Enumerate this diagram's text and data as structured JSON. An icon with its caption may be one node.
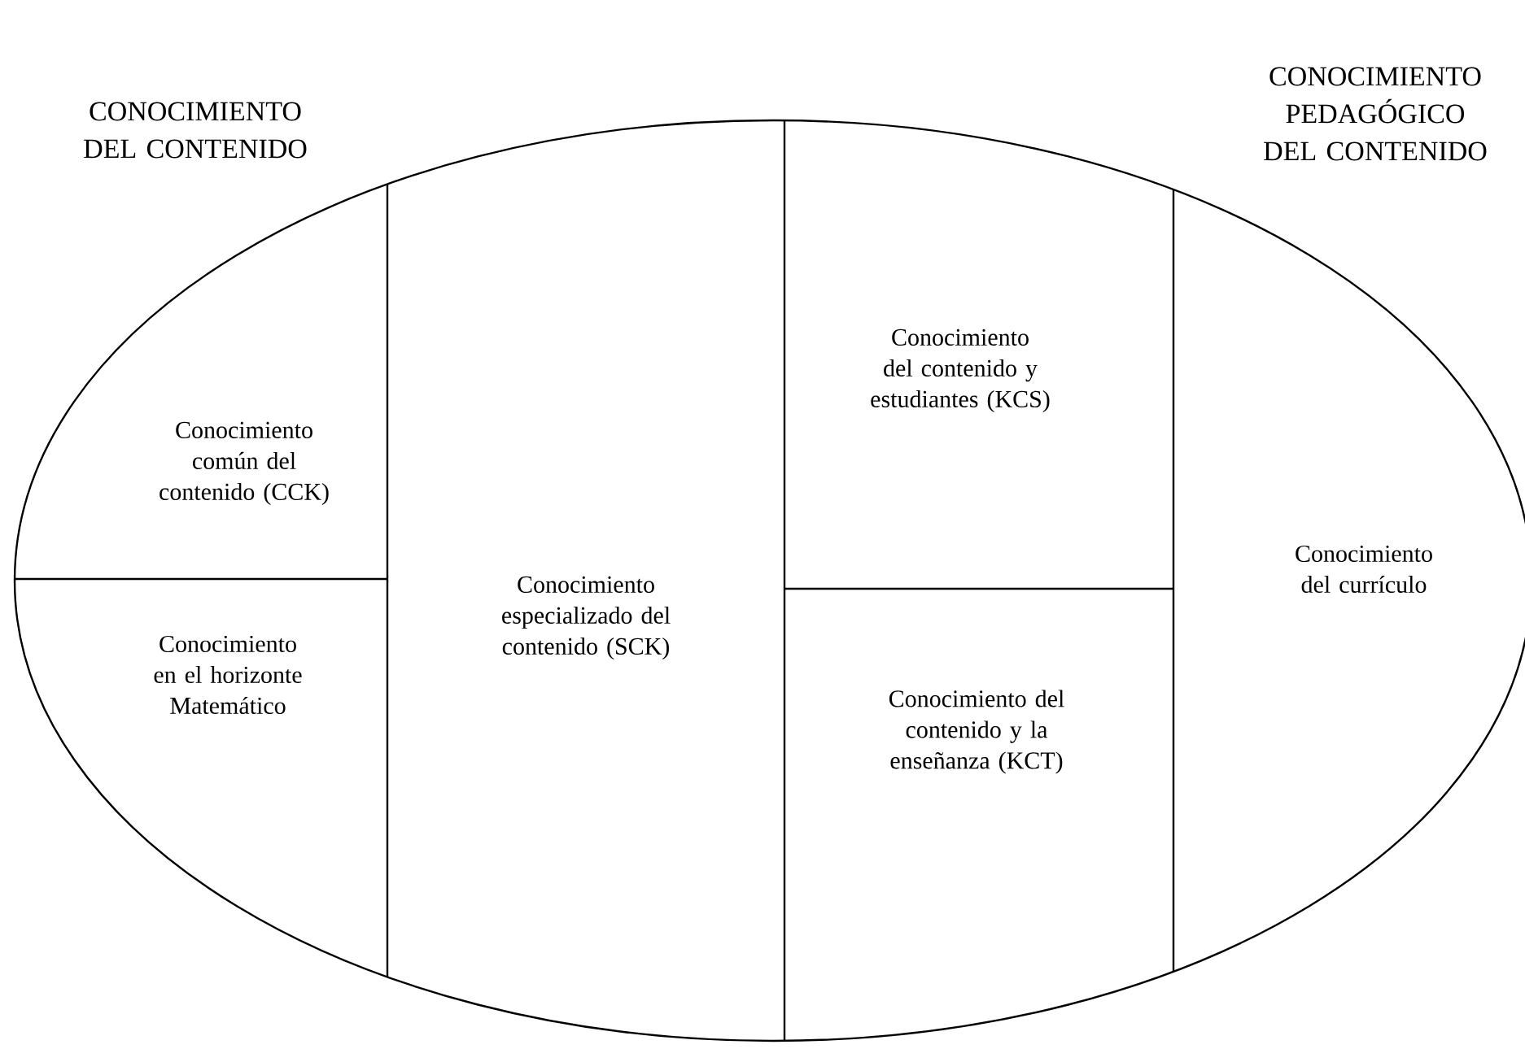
{
  "diagram": {
    "nodes": [
      {
        "text": [],
        "shape": "ellipse"
      },
      {
        "text": [
          "Conocimiento común del contenido (CCK)"
        ],
        "in": 0
      },
      {
        "text": [
          "Conocimiento en el horizonte Matemático"
        ],
        "in": 0
      },
      {
        "text": [
          "Conocimiento especializado del contenido (SCK)"
        ],
        "in": 0
      },
      {
        "text": [
          "Conocimiento del contenido y estudiantes (KCS)"
        ],
        "in": 0
      },
      {
        "text": [
          "Conocimiento del contenido y la enseñanza (KCT)"
        ],
        "in": 0
      },
      {
        "text": [
          "Conocimiento del currículo"
        ],
        "in": 0
      }
    ],
    "edges": [],
    "labels": [
      "CONOCIMIENTO DEL CONTENIDO",
      "CONOCIMIENTO PEDAGÓGICO DEL CONTENIDO"
    ]
  }
}
